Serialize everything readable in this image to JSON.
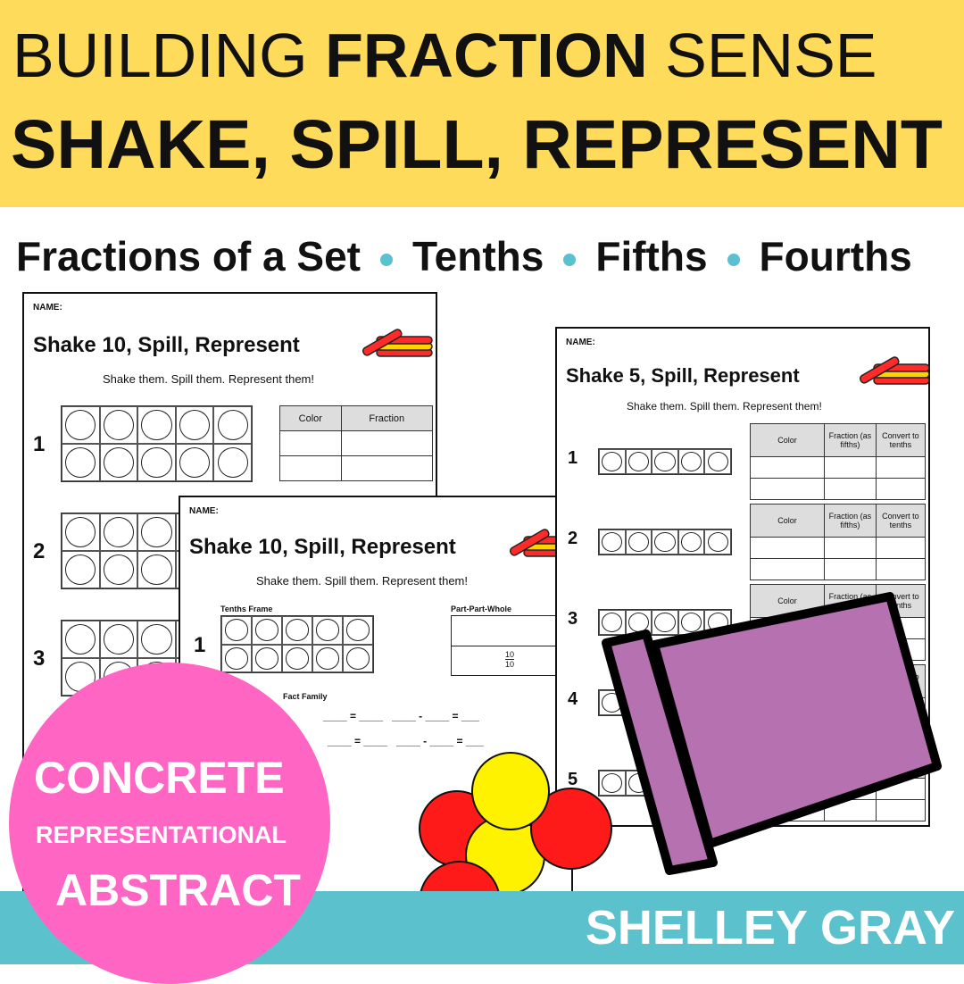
{
  "header": {
    "line1_light_a": "BUILDING ",
    "line1_bold": "FRACTION",
    "line1_light_b": " SENSE",
    "line2": "SHAKE, SPILL, REPRESENT"
  },
  "subtitle": {
    "items": [
      "Fractions of a Set",
      "Tenths",
      "Fifths",
      "Fourths"
    ]
  },
  "colors": {
    "banner": "#fedb5b",
    "band": "#5bc1cc",
    "pink": "#ff66c4",
    "cup": "#b571b0",
    "red": "#ff1a1a",
    "yellow": "#fff200"
  },
  "page1": {
    "name": "NAME:",
    "title": "Shake 10, Spill, Represent",
    "subtitle": "Shake them. Spill them. Represent them!",
    "rows": [
      "1",
      "2",
      "3"
    ],
    "table_headers": [
      "Color",
      "Fraction"
    ]
  },
  "page2": {
    "name": "NAME:",
    "title": "Shake 10, Spill, Represent",
    "subtitle": "Shake them. Spill them. Represent them!",
    "row": "1",
    "frame_label": "Tenths Frame",
    "ppw_label": "Part-Part-Whole",
    "ppw_num": "10",
    "ppw_den": "10",
    "fact_label": "Fact Family",
    "eq": "=",
    "minus": "-"
  },
  "page3": {
    "name": "NAME:",
    "title": "Shake 5, Spill, Represent",
    "subtitle": "Shake them. Spill them. Represent them!",
    "rows": [
      "1",
      "2",
      "3",
      "4",
      "5"
    ],
    "table_headers": [
      "Color",
      "Fraction (as fifths)",
      "Convert to tenths"
    ]
  },
  "badge": {
    "line1": "CONCRETE",
    "line2": "REPRESENTATIONAL",
    "line3": "ABSTRACT"
  },
  "author": "SHELLEY GRAY",
  "icons": [
    "counter-stack-icon",
    "cup-icon",
    "counters-icon"
  ]
}
